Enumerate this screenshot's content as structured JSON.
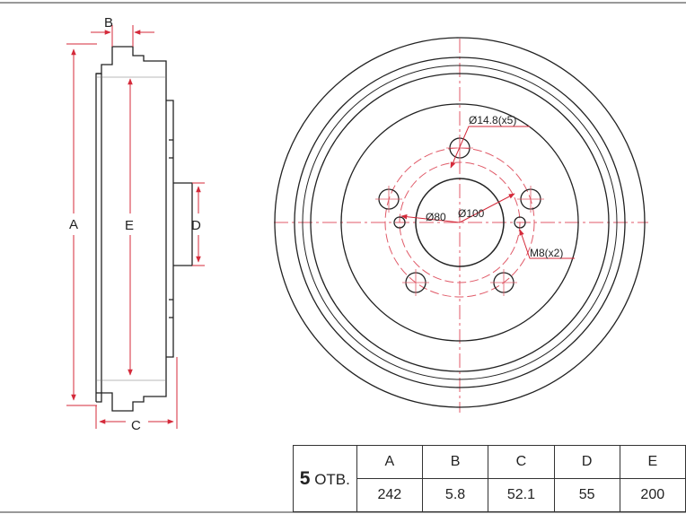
{
  "dimension_labels": {
    "a": "A",
    "b": "B",
    "c": "C",
    "d": "D",
    "e": "E"
  },
  "annotations": {
    "stud_holes": "Ø14.8(x5)",
    "pcd": "Ø100",
    "center_bore": "Ø80",
    "thread_holes": "M8(x2)"
  },
  "spec_table": {
    "holes_count": "5",
    "holes_unit": "ОТВ.",
    "columns": [
      {
        "header": "A",
        "value": "242"
      },
      {
        "header": "B",
        "value": "5.8"
      },
      {
        "header": "C",
        "value": "52.1"
      },
      {
        "header": "D",
        "value": "55"
      },
      {
        "header": "E",
        "value": "200"
      }
    ]
  },
  "colors": {
    "outline": "#222222",
    "dimension_red": "#d42a3a",
    "centerline_red": "#e05a68"
  }
}
